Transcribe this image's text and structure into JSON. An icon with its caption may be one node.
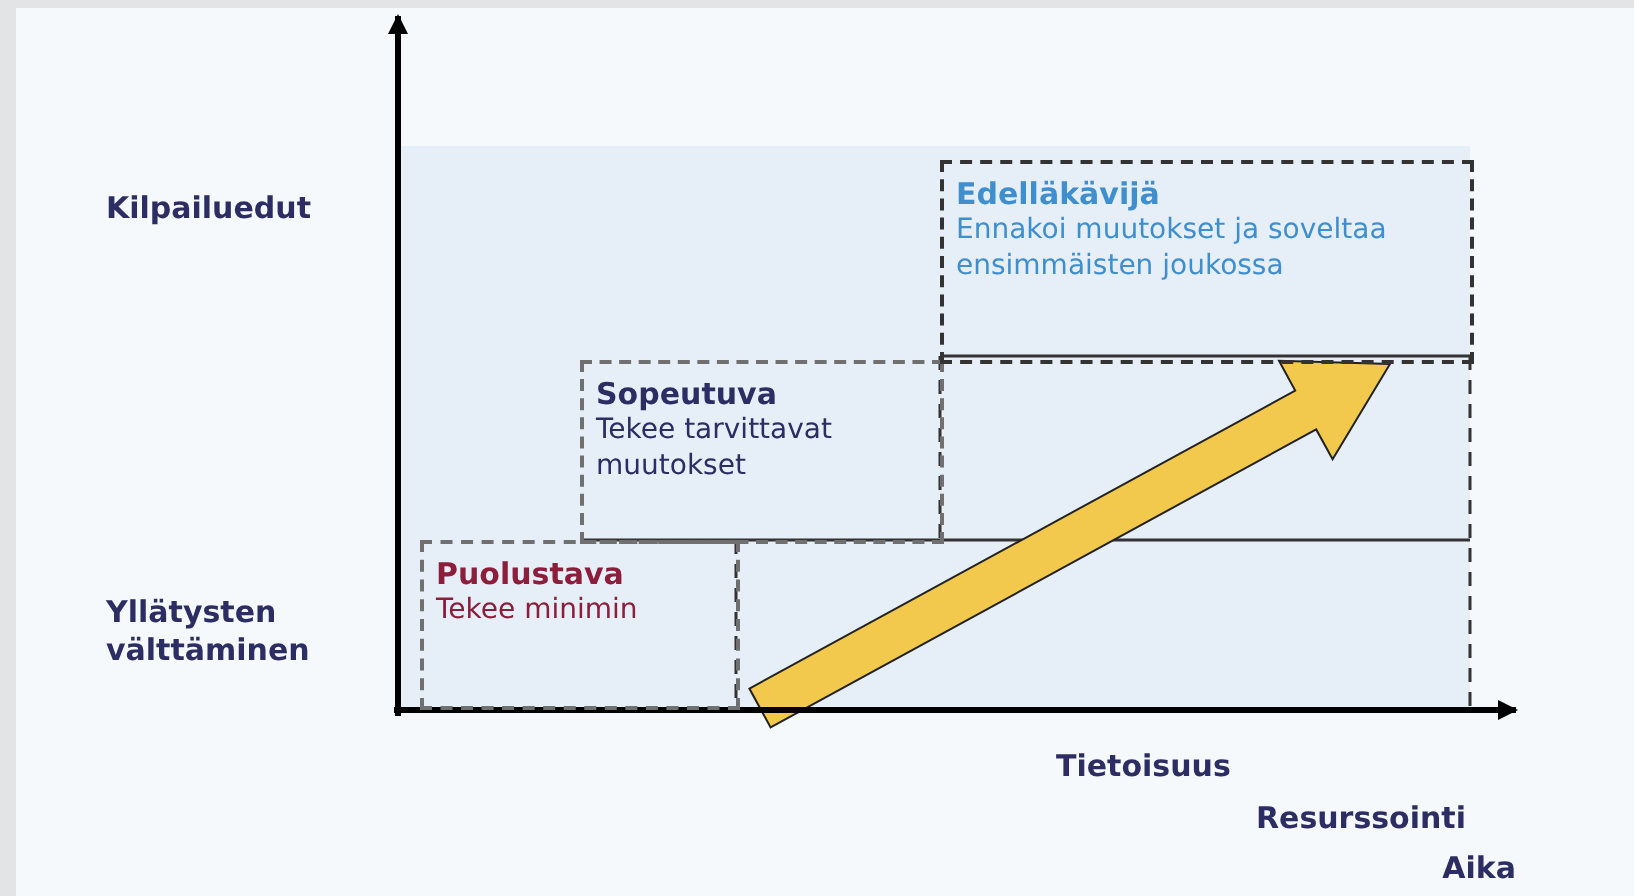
{
  "diagram": {
    "nodes": [
      {
        "text": [
          "Puolustava",
          "Tekee minimin"
        ]
      },
      {
        "text": [
          "Sopeutuva",
          "Tekee tarvittavat muutokset"
        ]
      },
      {
        "text": [
          "Edelläkävijä",
          "Ennakoi muutokset ja soveltaa ensimmäisten joukossa"
        ]
      }
    ],
    "edges": [
      {
        "from": 0,
        "to": 2,
        "arrow": "to",
        "style": "thick",
        "color": "#f2c94c"
      }
    ],
    "labels": [
      "Kilpailuedut",
      "Yllätysten välttäminen",
      "Tietoisuus",
      "Resurssointi",
      "Aika"
    ]
  }
}
